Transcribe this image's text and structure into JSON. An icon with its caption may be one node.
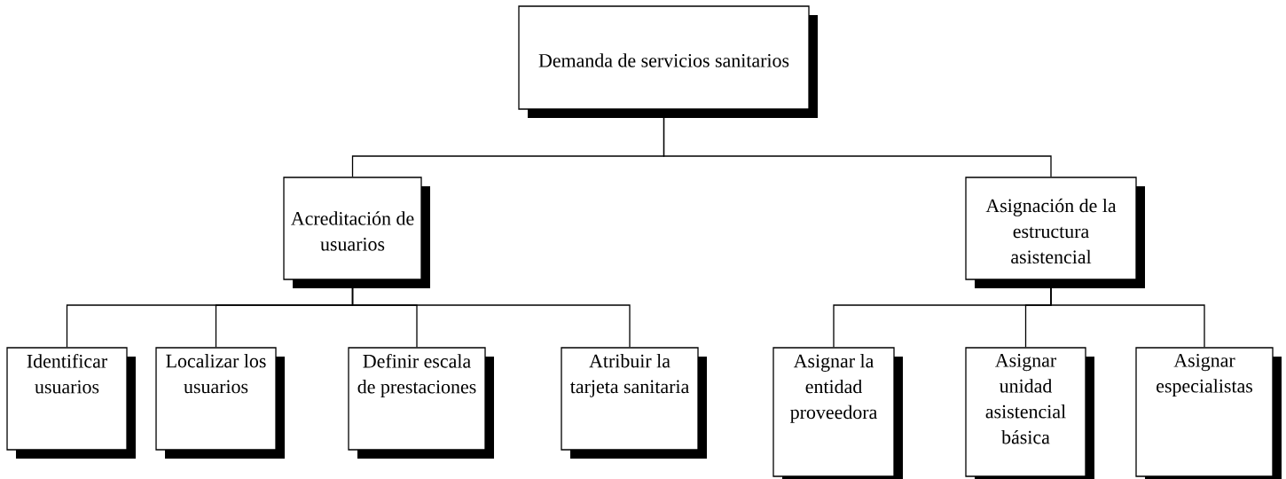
{
  "diagram": {
    "nodes": [
      {
        "text": [
          "Demanda de servicios sanitarios"
        ]
      },
      {
        "text": [
          "Acreditación de usuarios"
        ]
      },
      {
        "text": [
          "Asignación de la estructura asistencial"
        ]
      },
      {
        "text": [
          "Identificar usuarios"
        ]
      },
      {
        "text": [
          "Localizar los usuarios"
        ]
      },
      {
        "text": [
          "Definir escala de prestaciones"
        ]
      },
      {
        "text": [
          "Atribuir la tarjeta sanitaria"
        ]
      },
      {
        "text": [
          "Asignar la entidad proveedora"
        ]
      },
      {
        "text": [
          "Asignar unidad asistencial básica"
        ]
      },
      {
        "text": [
          "Asignar especialistas"
        ]
      }
    ],
    "edges": [
      {
        "from": 0,
        "to": 1,
        "arrow": "none"
      },
      {
        "from": 0,
        "to": 2,
        "arrow": "none"
      },
      {
        "from": 1,
        "to": 3,
        "arrow": "none"
      },
      {
        "from": 1,
        "to": 4,
        "arrow": "none"
      },
      {
        "from": 1,
        "to": 5,
        "arrow": "none"
      },
      {
        "from": 1,
        "to": 6,
        "arrow": "none"
      },
      {
        "from": 2,
        "to": 7,
        "arrow": "none"
      },
      {
        "from": 2,
        "to": 8,
        "arrow": "none"
      },
      {
        "from": 2,
        "to": 9,
        "arrow": "none"
      }
    ]
  }
}
